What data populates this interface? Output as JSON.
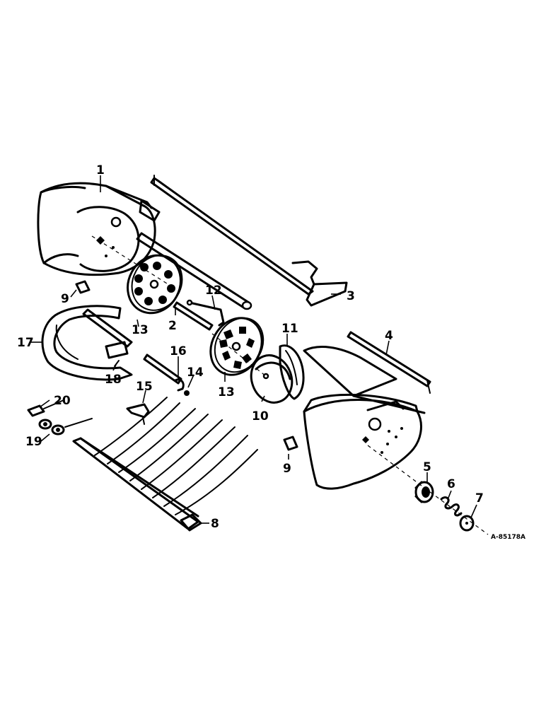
{
  "figure_ref": "A-85178A",
  "callouts": [
    {
      "id": "c1",
      "text": "1"
    },
    {
      "id": "c2",
      "text": "2"
    },
    {
      "id": "c3",
      "text": "3"
    },
    {
      "id": "c4",
      "text": "4"
    },
    {
      "id": "c5",
      "text": "5"
    },
    {
      "id": "c6",
      "text": "6"
    },
    {
      "id": "c7",
      "text": "7"
    },
    {
      "id": "c8",
      "text": "8"
    },
    {
      "id": "c9a",
      "text": "9"
    },
    {
      "id": "c9b",
      "text": "9"
    },
    {
      "id": "c10",
      "text": "10"
    },
    {
      "id": "c11",
      "text": "11"
    },
    {
      "id": "c12",
      "text": "12"
    },
    {
      "id": "c13a",
      "text": "13"
    },
    {
      "id": "c13b",
      "text": "13"
    },
    {
      "id": "c14",
      "text": "14"
    },
    {
      "id": "c15",
      "text": "15"
    },
    {
      "id": "c16",
      "text": "16"
    },
    {
      "id": "c17",
      "text": "17"
    },
    {
      "id": "c18",
      "text": "18"
    },
    {
      "id": "c19",
      "text": "19"
    },
    {
      "id": "c20",
      "text": "20"
    }
  ]
}
